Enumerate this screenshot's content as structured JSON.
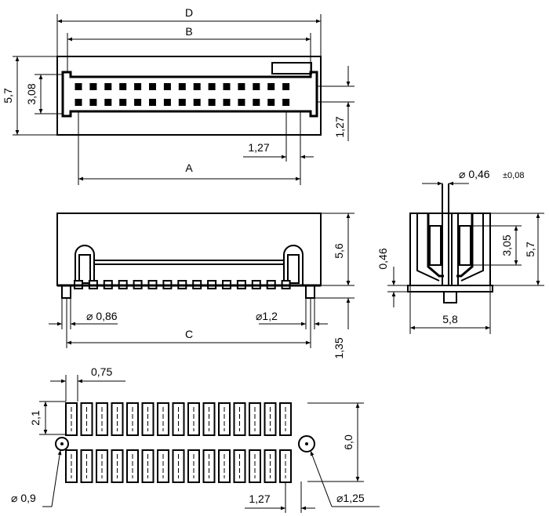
{
  "labels": {
    "d": "D",
    "b": "B",
    "a": "A",
    "c": "C",
    "h_5_7": "5,7",
    "h_3_08": "3,08",
    "pitch_1_27_top": "1,27",
    "pitch_1_27_right": "1,27",
    "h_5_6": "5,6",
    "h_1_35": "1,35",
    "d_0_86": "⌀ 0,86",
    "d_1_2": "⌀1,2",
    "pin_dia": "⌀ 0,46",
    "pin_tol": "±0,08",
    "h_0_46": "0,46",
    "h_3_05": "3,05",
    "h_5_7_side": "5,7",
    "w_5_8": "5,8",
    "w_0_75": "0,75",
    "h_2_1": "2,1",
    "h_6_0": "6,0",
    "d_0_9": "⌀ 0,9",
    "d_1_25": "⌀1,25",
    "pitch_1_27_bottom": "1,27"
  }
}
